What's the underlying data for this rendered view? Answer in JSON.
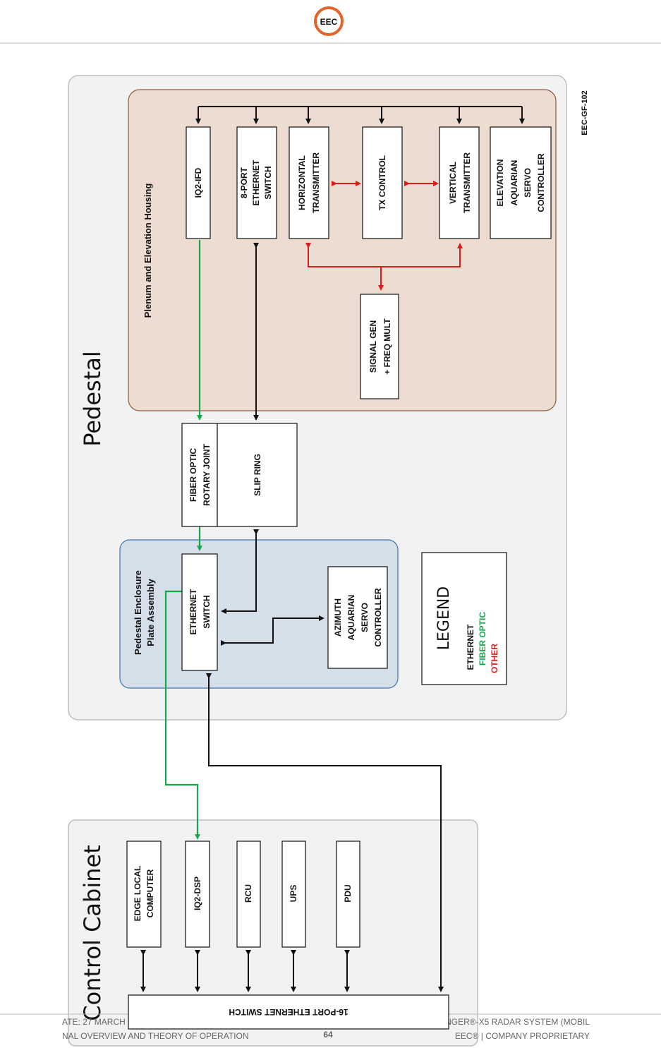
{
  "header": {
    "logo_text": "EEC"
  },
  "doc_code": "EEC-GF-102",
  "sections": {
    "pedestal": "Pedestal",
    "control_cabinet": "Control Cabinet",
    "plenum": "Plenum and Elevation Housing",
    "enclosure_line1": "Pedestal Enclosure",
    "enclosure_line2": "Plate Assembly"
  },
  "blocks": {
    "iq2_ifd": "IQ2-IFD",
    "eth8": [
      "8-PORT",
      "ETHERNET",
      "SWITCH"
    ],
    "htx": [
      "HORIZONTAL",
      "TRANSMITTER"
    ],
    "txctl": "TX CONTROL",
    "vtx": [
      "VERTICAL",
      "TRANSMITTER"
    ],
    "elev_servo": [
      "ELEVATION",
      "AQUARIAN",
      "SERVO",
      "CONTROLLER"
    ],
    "siggen": [
      "SIGNAL GEN",
      "+ FREQ MULT"
    ],
    "fiber_joint": [
      "FIBER OPTIC",
      "ROTARY JOINT"
    ],
    "slip_ring": "SLIP RING",
    "eth_switch": [
      "ETHERNET",
      "SWITCH"
    ],
    "az_servo": [
      "AZIMUTH",
      "AQUARIAN",
      "SERVO",
      "CONTROLLER"
    ],
    "edge": [
      "EDGE LOCAL",
      "COMPUTER"
    ],
    "iq2_dsp": "IQ2-DSP",
    "rcu": "RCU",
    "ups": "UPS",
    "pdu": "PDU",
    "eth16": "16-PORT ETHERNET SWITCH"
  },
  "legend": {
    "title": "LEGEND",
    "items": [
      {
        "label": "ETHERNET",
        "color": "#111111"
      },
      {
        "label": "FIBER OPTIC",
        "color": "#1aa64a"
      },
      {
        "label": "OTHER",
        "color": "#e01b1b"
      }
    ]
  },
  "footer": {
    "left1": "ATE: 27 MARCH",
    "left2": "NAL OVERVIEW AND THEORY OF OPERATION",
    "center": "64",
    "right1": "NGER®-X5 RADAR SYSTEM (MOBIL",
    "right2": "EEC® | COMPANY PROPRIETARY"
  }
}
